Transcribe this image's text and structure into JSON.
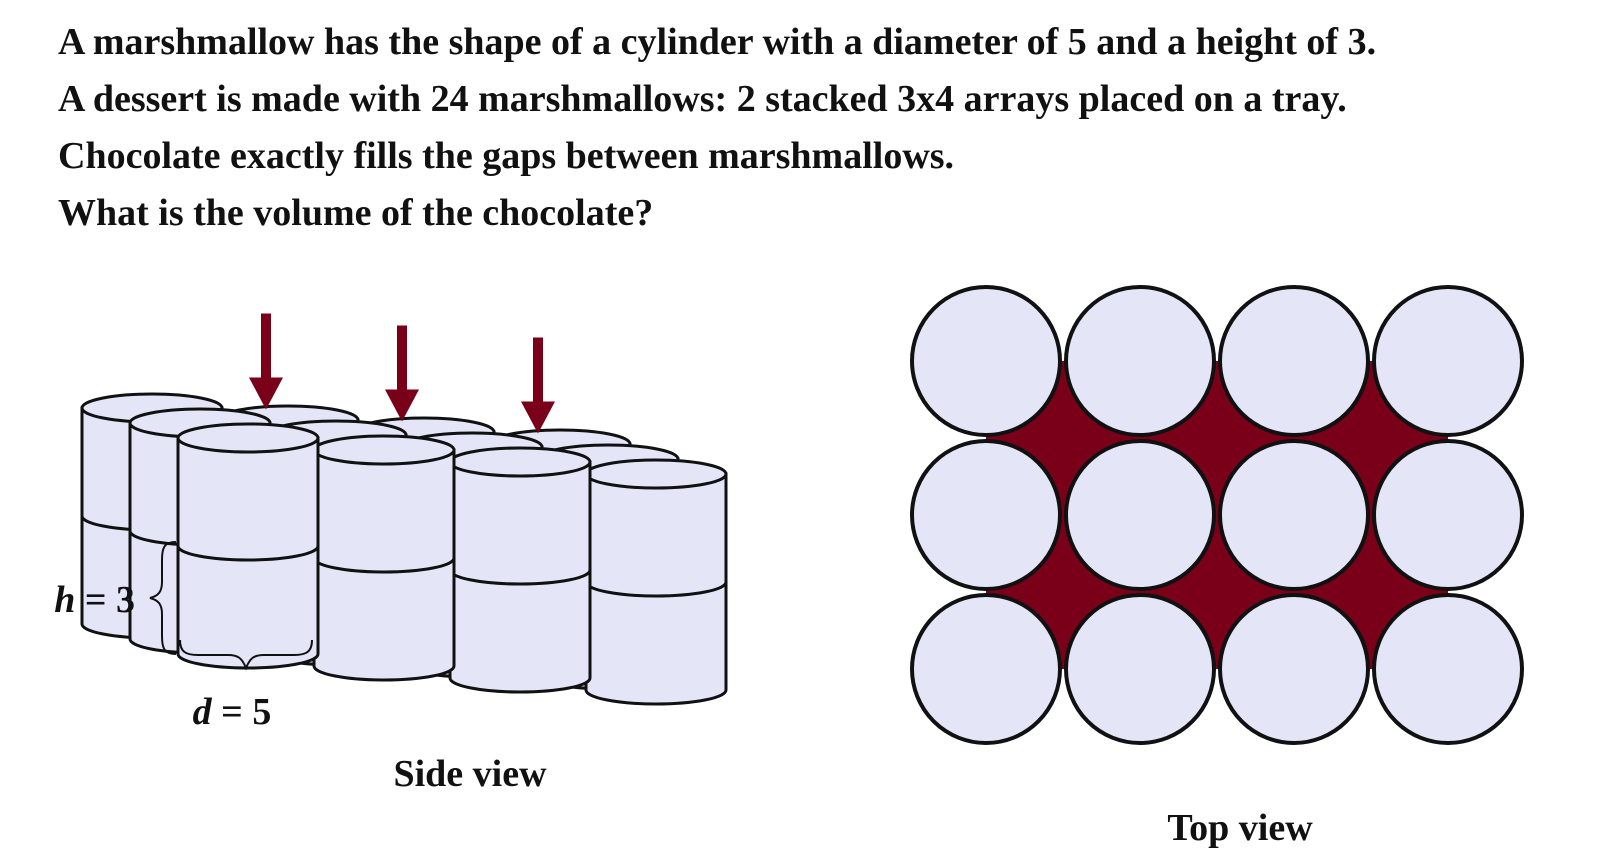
{
  "problem": {
    "lines": [
      "A marshmallow has the shape of a cylinder with a diameter of 5 and a height of 3.",
      "A dessert is made with 24 marshmallows: 2 stacked 3x4 arrays placed on a tray.",
      "Chocolate exactly fills the gaps between marshmallows.",
      "What is the volume of the chocolate?"
    ]
  },
  "side_view": {
    "caption": "Side view",
    "height_var": "h",
    "height_rest": " = 3",
    "diameter_var": "d",
    "diameter_rest": " = 5",
    "rows": 3,
    "cols": 4,
    "layers": 2
  },
  "top_view": {
    "caption": "Top view",
    "rows": 3,
    "cols": 4
  },
  "colors": {
    "marshmallow_fill": "#e4e6f8",
    "outline": "#111111",
    "chocolate": "#7a0019",
    "arrow": "#7a0019"
  }
}
